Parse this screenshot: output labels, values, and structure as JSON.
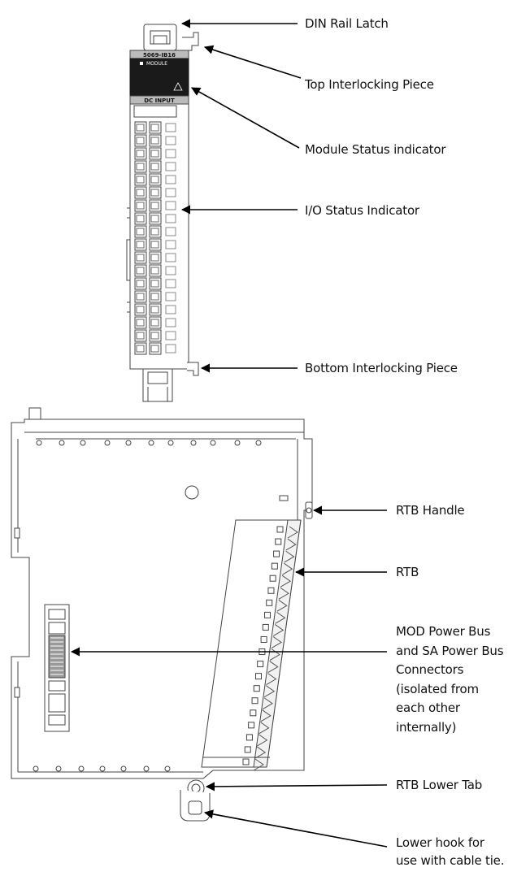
{
  "callouts": {
    "din_rail_latch": "DIN Rail Latch",
    "top_interlocking_piece": "Top Interlocking Piece",
    "module_status_indicator": "Module Status indicator",
    "io_status_indicator": "I/O Status Indicator",
    "bottom_interlocking_piece": "Bottom Interlocking Piece",
    "rtb_handle": "RTB Handle",
    "rtb": "RTB",
    "power_bus_connectors": "MOD Power Bus\nand SA Power Bus\nConnectors\n(isolated from\neach other\ninternally)",
    "rtb_lower_tab": "RTB Lower Tab",
    "lower_hook": "Lower hook for\nuse with cable tie."
  },
  "module": {
    "catalog_number": "5069-IB16",
    "status_label": "MODULE",
    "type_label": "DC INPUT"
  }
}
